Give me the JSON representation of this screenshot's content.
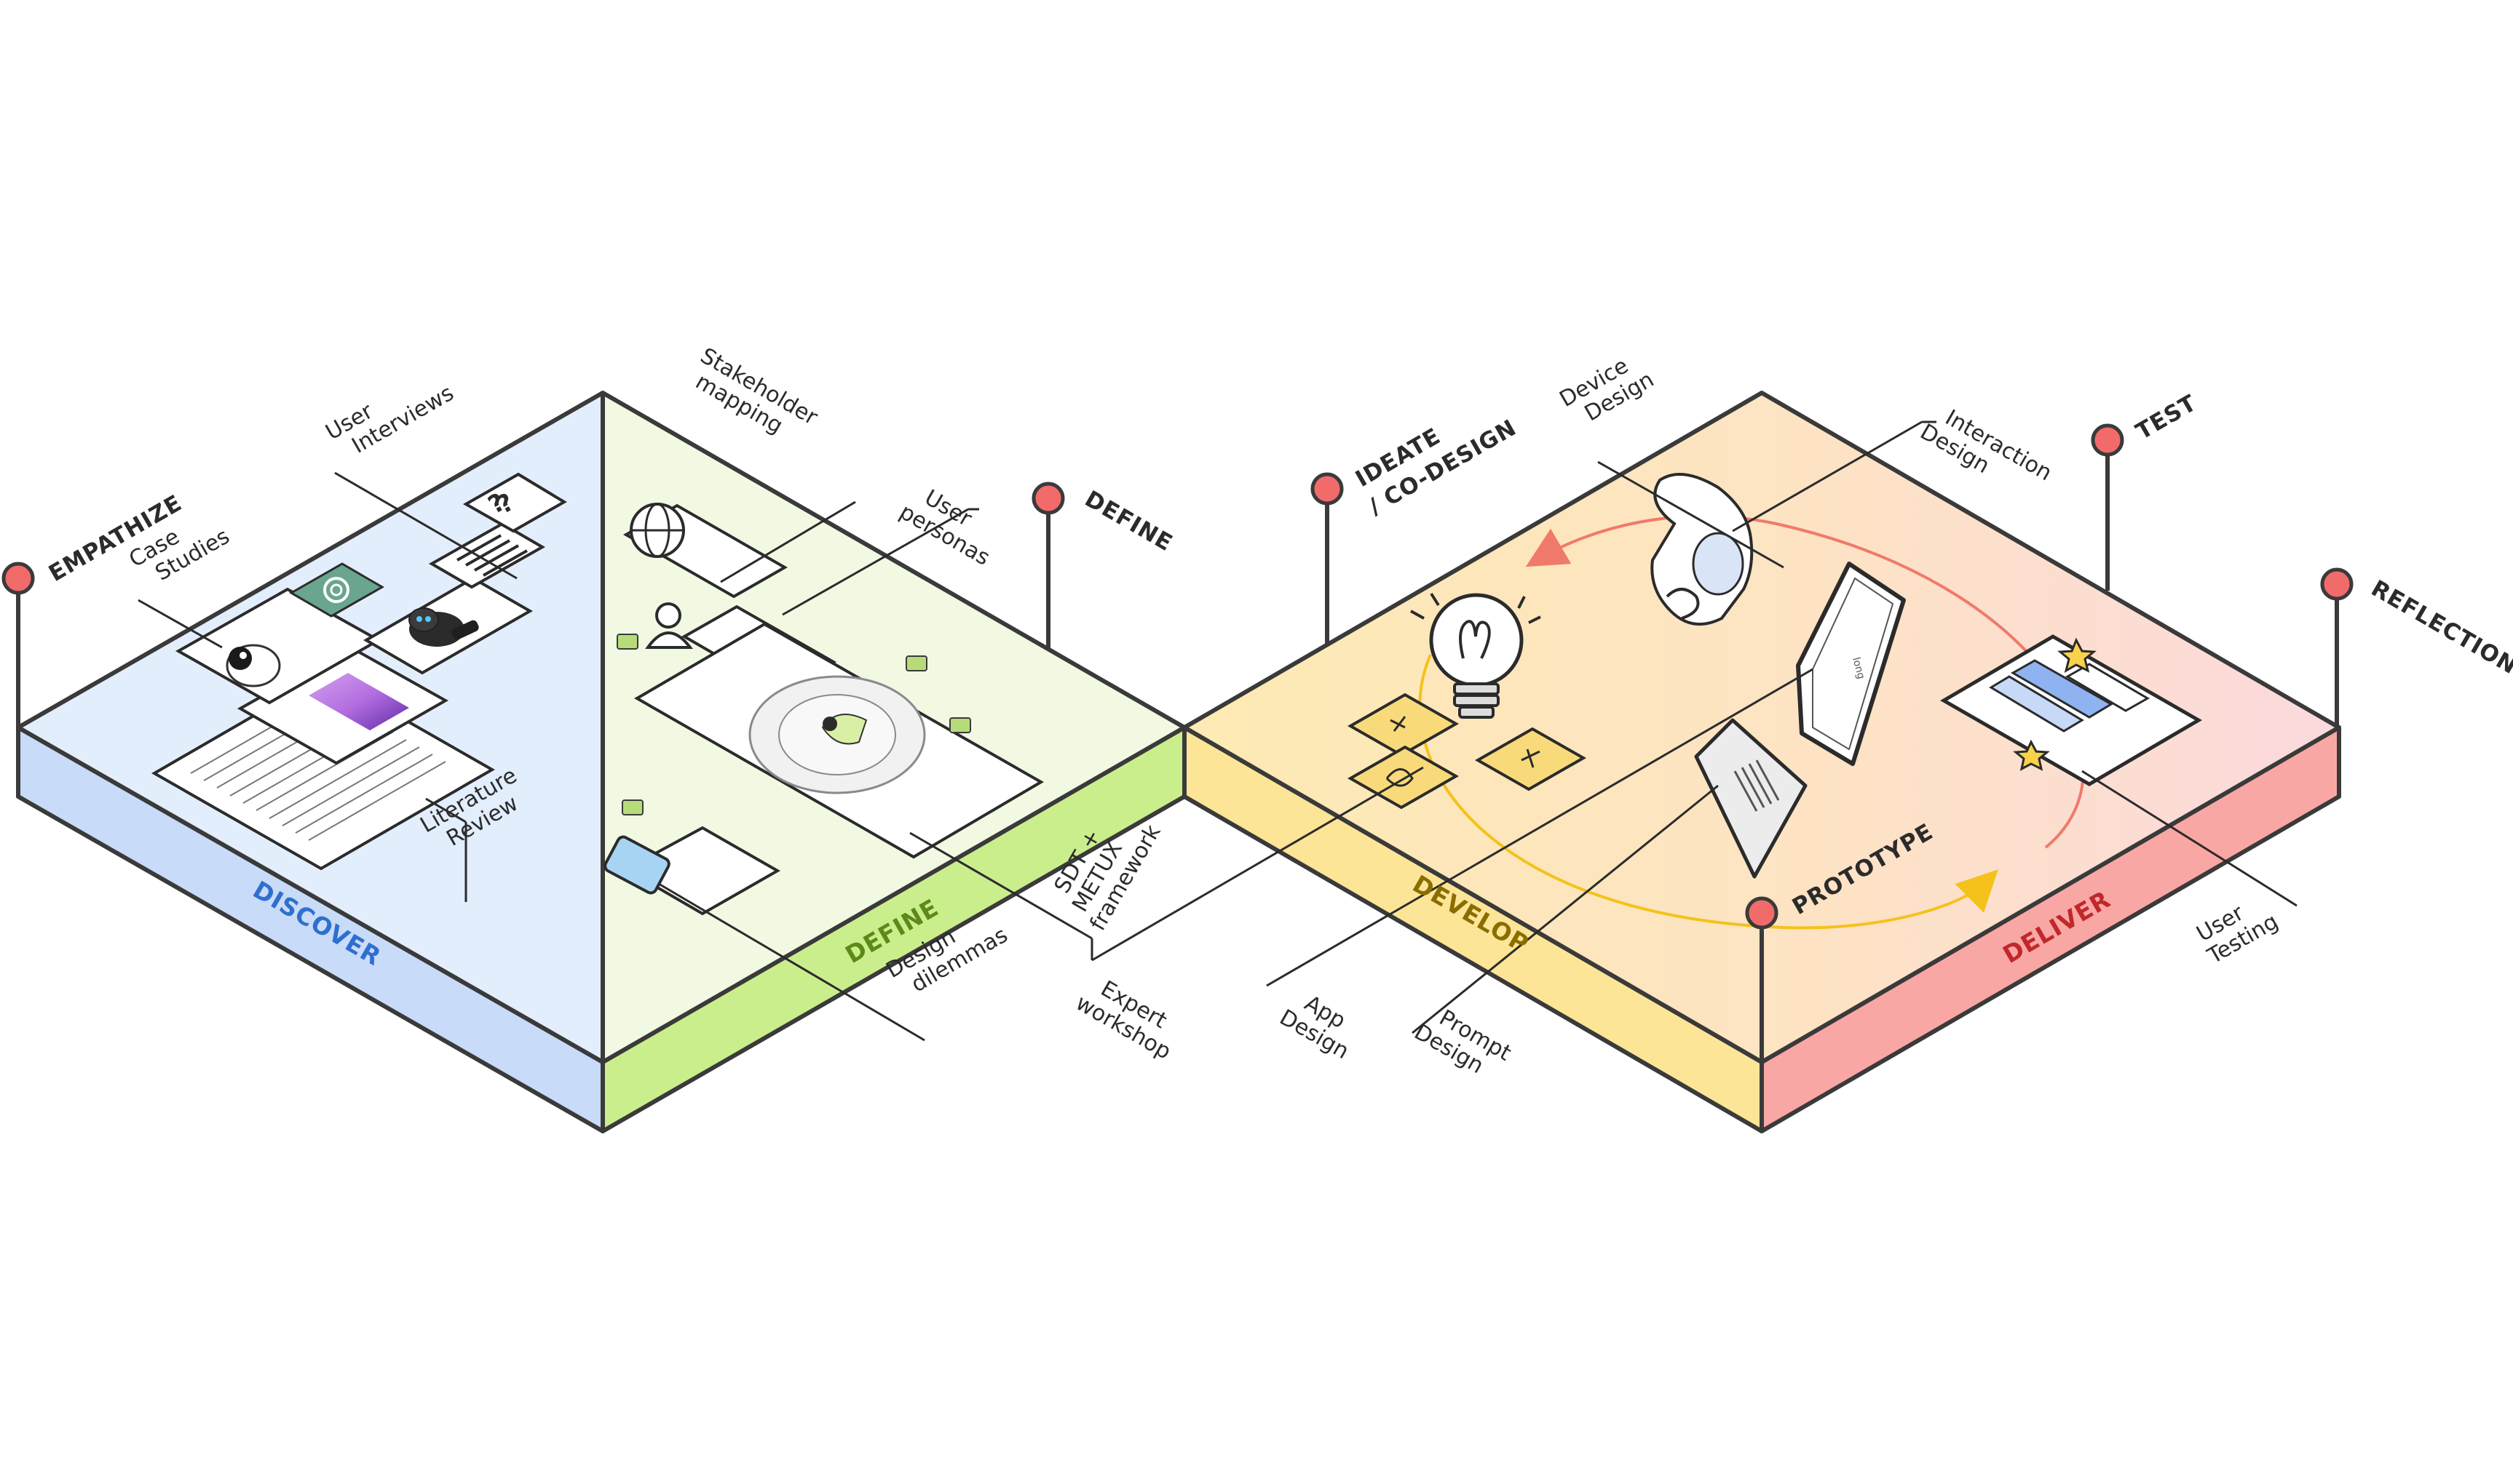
{
  "phases": {
    "discover": "DISCOVER",
    "define": "DEFINE",
    "develop": "DEVELOP",
    "deliver": "DELIVER"
  },
  "milestones": {
    "empathize": "EMPATHIZE",
    "define": "DEFINE",
    "ideate": [
      "IDEATE",
      "/ CO-DESIGN"
    ],
    "prototype": "PROTOTYPE",
    "test": "TEST",
    "reflection": "REFLECTION"
  },
  "methods": {
    "case_studies": [
      "Case",
      "Studies"
    ],
    "user_interviews": [
      "User",
      "Interviews"
    ],
    "literature_review": [
      "Literature",
      "Review"
    ],
    "stakeholder_mapping": [
      "Stakeholder",
      "mapping"
    ],
    "user_personas": [
      "User",
      "personas"
    ],
    "design_dilemmas": [
      "Design",
      "dilemmas"
    ],
    "sdt_metux": [
      "SDT +",
      "METUX",
      "framework"
    ],
    "expert_workshop": [
      "Expert",
      "workshop"
    ],
    "device_design": [
      "Device",
      "Design"
    ],
    "interaction_design": [
      "Interaction",
      "Design"
    ],
    "app_design": [
      "App",
      "Design"
    ],
    "prompt_design": [
      "Prompt",
      "Design"
    ],
    "user_testing": [
      "User",
      "Testing"
    ]
  },
  "colors": {
    "discover": "#dce9fb",
    "define": "#eaf7d8",
    "develop": "#fde8b8",
    "deliver": "#fad6d6",
    "discover_side": "#c9dbf7",
    "define_side": "#cdee93",
    "develop_side": "#fde99a",
    "deliver_side": "#f9a8a8",
    "pin": "#f26b6b",
    "discover_text": "#2f6fd0",
    "define_text": "#5c8a1a",
    "develop_text": "#8a6d00",
    "deliver_text": "#c0282c"
  },
  "icons": [
    "speech-bubble-icon",
    "openai-logo-icon",
    "robot-icon",
    "globe-icon",
    "person-icon",
    "lightbulb-icon",
    "hand-device-icon",
    "smartphone-icon",
    "notebook-icon",
    "dashboard-icon",
    "star-icon"
  ]
}
